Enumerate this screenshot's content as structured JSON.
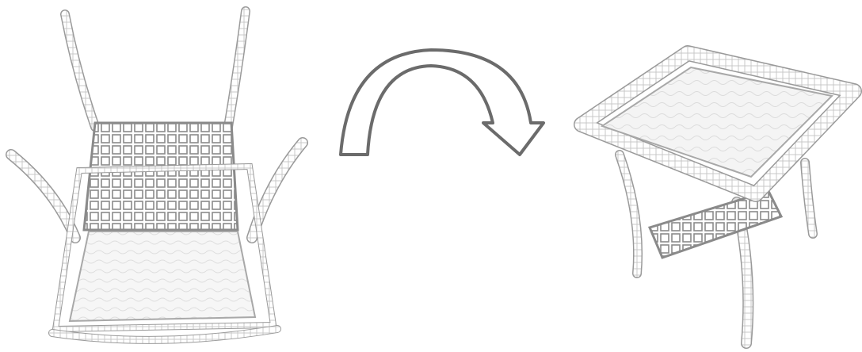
{
  "diagram": {
    "kind": "assembly-step",
    "steps": [
      {
        "id": "before",
        "icon": "upside-down-table-icon",
        "state": "upside down"
      },
      {
        "id": "action",
        "icon": "curved-arrow-icon",
        "action": "flip"
      },
      {
        "id": "after",
        "icon": "upright-table-icon",
        "state": "upright"
      }
    ],
    "colors": {
      "line": "#9a9a9a",
      "line_dark": "#6e6e6e",
      "arrow_stroke": "#6b6b6b",
      "arrow_fill": "#ffffff",
      "glass": "#f3f3f3",
      "background": "#ffffff"
    }
  }
}
